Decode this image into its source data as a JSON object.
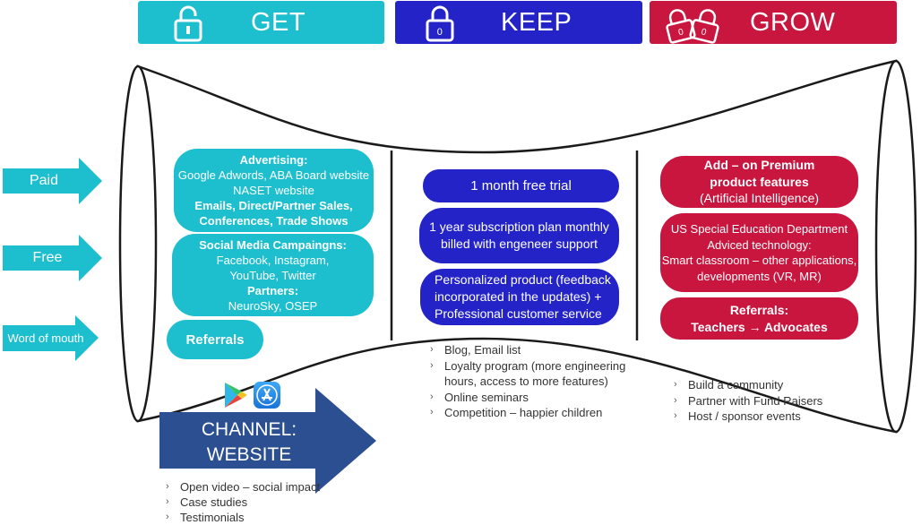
{
  "headers": {
    "get": "GET",
    "keep": "KEEP",
    "grow": "GROW"
  },
  "lock_labels": {
    "keep": "0",
    "grow_left": "0",
    "grow_right": "0"
  },
  "inputs": {
    "paid": "Paid",
    "free": "Free",
    "word_of_mouth": "Word of mouth"
  },
  "get": {
    "advertising": {
      "title": "Advertising:",
      "line1": "Google Adwords, ABA Board website",
      "line2": "NASET website",
      "line3": "Emails, Direct/Partner Sales,",
      "line4": "Conferences, Trade Shows"
    },
    "social": {
      "title": "Social Media Campaingns:",
      "line1": "Facebook, Instagram,",
      "line2": "YouTube, Twitter",
      "partners_title": "Partners:",
      "partners": "NeuroSky, OSEP"
    },
    "referrals": "Referrals"
  },
  "keep": {
    "trial": "1 month free trial",
    "subscription_line1": "1 year subscription plan monthly",
    "subscription_line2": "billed with engeneer support",
    "personalized_line1": "Personalized product (feedback",
    "personalized_line2": "incorporated in the updates) +",
    "personalized_line3": "Professional customer service",
    "bullets": [
      "Blog, Email list",
      "Loyalty program (more engineering",
      "hours, access to more features)",
      "Online seminars",
      "Competition – happier children"
    ]
  },
  "grow": {
    "addon_line1": "Add – on Premium",
    "addon_line2": "product features",
    "addon_line3": "(Artificial Intelligence)",
    "us_line1": "US Special Education Department",
    "us_line2": "Adviced technology:",
    "us_line3": "Smart classroom – other applications,",
    "us_line4": "developments (VR, MR)",
    "referrals_line1": "Referrals:",
    "referrals_line2": "Teachers → Advocates",
    "bullets": [
      "Build a community",
      "Partner with Fund Raisers",
      "Host / sponsor events"
    ]
  },
  "channel": {
    "line1": "CHANNEL:",
    "line2": "WEBSITE",
    "bullets": [
      "Open video – social impact",
      "Case studies",
      "Testimonials"
    ]
  },
  "colors": {
    "teal": "#1dbfcf",
    "blue": "#2323c8",
    "red": "#c8163f",
    "navy": "#2c4f92"
  },
  "icons": {
    "get": "lock-open-icon",
    "keep": "lock-icon",
    "grow": "two-locks-icon",
    "store1": "google-play-icon",
    "store2": "app-store-icon"
  }
}
